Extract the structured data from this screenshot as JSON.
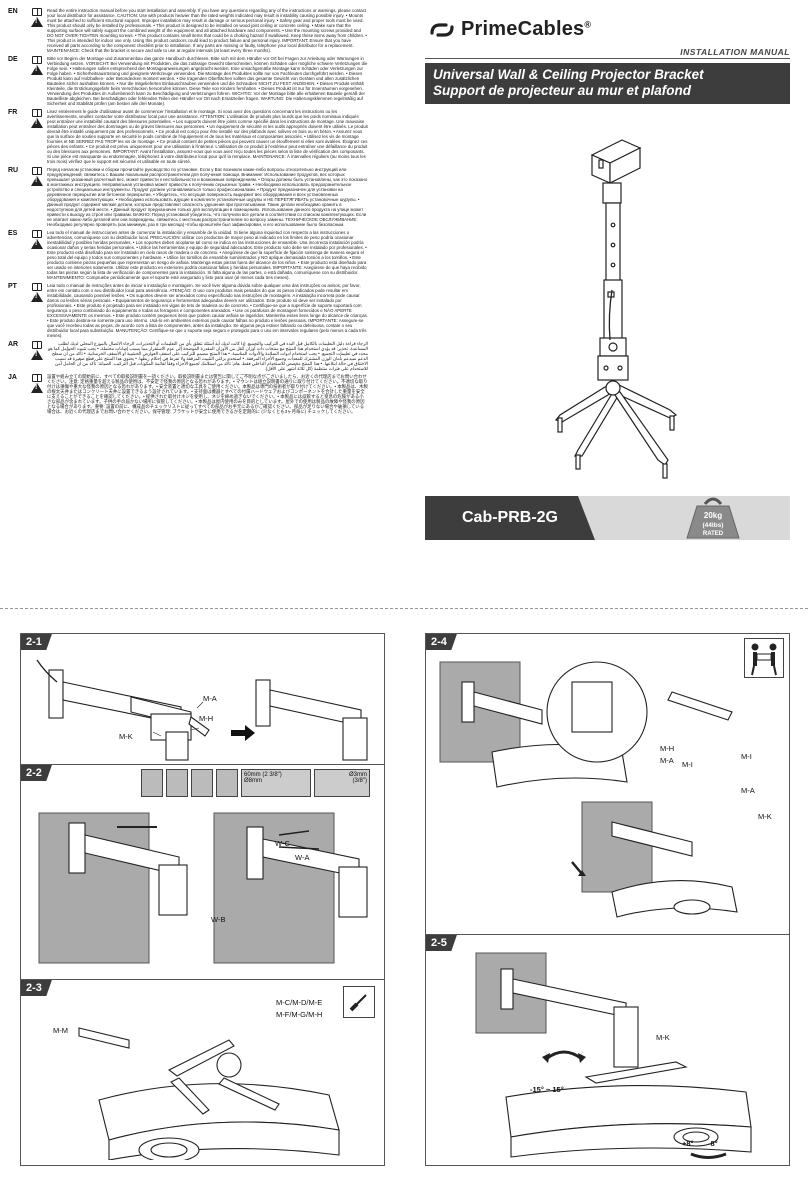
{
  "brand": {
    "name": "PrimeCables",
    "trademark": "®",
    "manual_label": "INSTALLATION MANUAL"
  },
  "title": {
    "en": "Universal Wall & Ceiling Projector Bracket",
    "fr": "Support de projecteur au mur et plafond"
  },
  "model": "Cab-PRB-2G",
  "weight_badge": {
    "line1": "20kg",
    "line2": "(44lbs)",
    "line3": "RATED"
  },
  "languages": [
    {
      "code": "EN",
      "text": "Read the entire instruction manual before you start installation and assembly. If you have any questions regarding any of the instructions or warnings, please contact your local distributor for assistance. CAUTION: Use with products heavier than the rated weights indicated may result in instability causing possible injury. • Mounts must be attached to sufficient structural support. Improper installation may result in damage or serious personal injury. • Safety gear and proper tools must be used. This product should only be installed by professionals. • This product is designed to be installed on wood joist ceiling or concrete ceiling. • Make sure that the supporting surface will safely support the combined weight of the equipment and all attached hardware and components. • Use the mounting screws provided and DO NOT OVER-TIGHTEN mounting screws. • This product contains small items that could be a choking hazard if swallowed. Keep these items away from children. • This product is intended for indoor use only. Using this product outdoors could lead to product failure and personal injury. IMPORTANT: Ensure that you have received all parts according to the component checklist prior to installation. If any parts are missing or faulty, telephone your local distributor for a replacement. MAINTENANCE: Check that the bracket is secure and safe to use at regular intervals (at least every three months)."
    },
    {
      "code": "DE",
      "text": "Bitte vor Beginn der Montage und Zusammenbau das ganze Handbuch durchlesen. Bitte sich mit dem Händler vor Ort bei Fragen zur Anleitung oder Warnungen in Verbindung setzen. VORSICHT: Bei Verwendung mit Produkten, die das zulässige Gewicht überschreiten, können Schäden oder mögliche schwere Verletzungen die Folge sein. • Halterungen sollen entsprechend den Montageanweisungen angebracht werden. Eine unsachgemäße Montage kann Schäden oder Verletzungen zur Folge haben. • Sicherheitsausrüstung und geeignete Werkzeuge verwenden. Die Montage des Produktes sollte nur von Fachleuten durchgeführt werden. • Dieses Produkt kann auf Holzbalken- oder Betondecken montiert werden. • Die tragenden Oberflächen sollten das gesamte Gewicht von Geräten und allen zusätzlichen Bauteilen sicher aushalten können. • Nur die mitgelieferten Einbauschrauben verwenden und die Schrauben NICHT ZU FEST ANZIEHEN. • Dieses Produkt enthält Kleinteile, die Erstickungsgefahr beim Verschlucken hervorrufen können. Diese Teile von Kindern fernhalten. • Dieses Produkt ist nur für Innenräumen vorgesehen. Verwendung des Produktes im Außenbereich kann zu Beschädigung und Verletzungen führen. WICHTIG: Vor der Montage bitte alle erhaltenen Bauteile gemäß der Bauteilliste abgleichen. Bei beschädigten oder fehlenden Teilen den Händler vor Ort nach Ersatzteilen fragen. WARTUNG: Die Halterungsklemmen regelmäßig auf Sicherheit und Stabilität prüfen (am besten alle drei Monate)."
    },
    {
      "code": "FR",
      "text": "Lisez entièrement le guide d'utilisateur avant de commencer l'installation et le montage. Si vous avez des questions concernant les instructions ou les avertissements, veuillez contacter votre distributeur local pour une assistance. ATTENTION: L'utilisation de produits plus lourds que les poids nominaux indiqués peut entraîner une instabilité causant des blessures potentielles. • Les supports doivent être joints comme spécifié dans les instructions de montage. Une mauvaise installation peut entraîner des dommages ou de graves blessures aux personnes. • Un équipement de sécurité et les outils appropriés doivent être utilisés. Le produit devrait être installé uniquement par des professionnels. • Ce produit est conçu pour être installé sur des plafonds avec solives en bois ou en béton. • Assurez vous que la surface de soutien supporte en sécurité le poids combiné de l'équipement et de tous les matériaux et composantes associés. • Utilisez les vis de montage fournies et NE SERREZ PAS TROP les vis de montage. • Ce produit contient de petites pièces qui peuvent causer un étouffement si elles sont avalées. Éloignez ces pièces des enfants. • Ce produit est prévu uniquement pour une utilisation à l'intérieur. L'utilisation de ce produit à l'extérieur peut entraîner une défaillance du produit ou des blessures aux personnes. IMPORTANT: Avant l'installation, assurez-vous que vous avez reçu toutes les pièces selon la liste de vérification des composants. Si une pièce est manquante ou endommagée, téléphonez à votre distributeur local pour qu'il la remplace. MAINTENANCE: À intervalles réguliers (au moins tous les trois mois) vérifiez que le support est sécurisé et utilisable en toute sûreté."
    },
    {
      "code": "RU",
      "text": "Перед началом установки и сборки прочитайте руководство по установке. Если у Вас возникли какие-либо вопросы относительно инструкций или предупреждений, свяжитесь с Вашим локальным распространителем для получения помощи. Внимание: Использование продуктов, вес которых превышает указанный расчетный вес, может привести к нестабильности и возможным повреждениям. • Опоры должны быть установлены, как это показано в монтажных инструкциях. Неправильная установка может привести к получению серьезных травм. • Необходимо использовать предохранительное устройство и специальные инструменты. Продукт должен устанавливаться только профессионалами. • Продукт предназначен для установки на деревянное перекрытие или бетонное перекрытие. • Убедитесь, что несущая поверхность выдержит вес оборудования и всех установленных оборудования и комплектующих. • Необходимо использовать идущие в комплекте установочные шурупы и НЕ ПЕРЕТЯГИВАТЬ установочные шурупы. • Данный продукт содержит мелкие детали, которые представляют опасность удушения при проглатывании. Такие детали необходимо хранить в недоступном для детей месте. • Данный продукт предназначен только для эксплуатации в помещениях. Использование данного продукта на улице может привести к выходу из строя или травмам. ВАЖНО: Перед установкой убедитесь, что получили все детали в соответствии со списком комплектующих. Если не хватает каких-либо деталей или они повреждены, свяжитесь с местным распространителем по вопросу замены. ТЕХНИЧЕСКОЕ ОБСЛУЖИВАНИЕ: Необходимо регулярно проверять (как минимум, раз в три месяца) чтобы кронштейн был зафиксирован, и его использование было безопасным."
    },
    {
      "code": "ES",
      "text": "Lea todo el manual de instrucciones antes de comenzar la instalación y ensamble de la unidad. Si tiene alguna inquietud con respecto a las instrucciones o advertencias, comuníquese con su distribuidor local. PRECAUCIÓN: utilizar con productos de mayor peso al indicado en los límites de peso podría ocasionar inestabilidad y posibles heridas personales. • Los soportes deben acoplarse tal como se indica en las instrucciones de ensamble. Una incorrecta instalación podría ocasionar daños y serias heridas personales. • Utilice las herramientas y equipo de seguridad adecuados. Este producto solo debe ser instalado por profesionales. • Este producto está diseñado para ser instalado en cielo rasos de madera o de concreto. • Asegúrese de que la superficie de fijación sostenga de manera segura el peso total del equipo y todos sus componentes y hardware. • Utilice los tornillos de ensamble suministrados y NO aplique demasiada torsión a los tornillos. • Este producto contiene piezas pequeñas que representan un riesgo de asfixia. Mantenga estas piezas fuera del alcance de los niños. • Este producto está diseñado para ser usado en interiores solamente. Utilizar este producto en exteriores podría ocasionar fallas y heridas personales. IMPORTANTE: Asegúrese de que haya recibido todas las piezas según la lista de verificación de componentes para la instalación. Si falta alguna de las partes, o está dañada, comuníquese con su distribuidor. MANTENIMIENTO: Compruebe periódicamente que el soporte esté asegurado y listo para usar (al menos cada tres meses)."
    },
    {
      "code": "PT",
      "text": "Leia todo o manual de instruções antes de iniciar a instalação e montagem. Se você tiver alguma dúvida sobre qualquer uma das instruções ou avisos, por favor, entre em contato com o seu distribuidor local para assistência. ATENÇÃO: O uso com produtos mais pesados do que os pesos indicados pode resultar em instabilidade, causando possível lesões. • Os suportes devem ser anexados como especificado nas instruções de montagem. A instalação incorreta pode causar danos ou lesões sérias pessoais. • Equipamentos de segurança e ferramentas adequadas devem ser utilizados. Este produto só deve ser instalado por profissionais. • Este produto é projetado para ser instalado em vigas de teto de madeira ou de concreto. • Certifique-se que a superfície de suporte suportará com segurança o peso combinado do equipamento e todas as ferragens e componentes anexados. • Use os parafusos de montagem fornecidos e NÃO APERTE EXCESSIVAMENTE os mesmos. • Este produto contém pequenos itens que podem causar asfixia se ingeridos. Mantenha esses itens longe do alcance de crianças. • Este produto destina-se somente para uso interno. Usá-lo em ambientes externos pode causar falhas no produto e lesões pessoais. IMPORTANTE: Assegure-se que você recebeu todas as peças, de acordo com a lista de componentes, antes da instalação. Se alguma peça estiver faltando ou defeituosa, contate o seu distribuidor local para substituição. MANUTENÇÃO: Certifique-se que o suporte seja seguro e protegido para o uso em intervalos regulares (pelo menos a cada três meses)."
    },
    {
      "code": "AR",
      "text": "الرجاء قراءة دليل التعليمات بالكامل قبل البدء في التركيب والتجميع. إذا كانت لديك أية أسئلة تتعلق بأي من التعليمات أو التحذيرات، الرجاء الاتصال بالموزع المحلي لديك لطلب المساعدة. تحذير: قد يؤدي استخدام هذا المنتج مع منتجات ذات أوزان أثقل من الأوزان المقدرة الموضحة إلى عدم الاستقرار مما يسبب إصابات محتملة. • يجب تثبيت الحوامل كما هو محدد في تعليمات التجميع. • يجب استخدام أدوات السلامة والأدوات المناسبة. • هذا المنتج مصمم للتركيب على أسقف العوارض الخشبية أو الأسقف الخرسانية. • تأكد من أن سطح الدعم سيدعم بأمان الوزن المشترك للمعدات وجميع الأجزاء المرفقة. • استخدم براغي التثبيت المرفقة ولا تفرط في إحكام ربطها. • يحتوي هذا المنتج على قطع صغيرة قد تسبب الاختناق في حالة ابتلاعها. • هذا المنتج مخصص للاستخدام الداخلي فقط. هام: تأكد من استلامك لجميع الأجزاء وفقاً لقائمة المكونات قبل التركيب. الصيانة: تأكد من أن الحامل آمن للاستخدام على فترات منتظمة (كل ثلاثة أشهر على الأقل).",
      "rtl": true
    },
    {
      "code": "JA",
      "text": "設置や組み立ての開始前に、すべての取扱説明書を一読ください。取扱説明書または警告に関してご不明な点がございましたら、お近くの代理店までお問い合わせください。注意: 定格重量を超える製品の使用は、不安定で怪我の原因となる恐れがあります。• マウントは組立説明書の通りに取り付けてください。不適切な取り付けは損傷や重大な怪我の原因となる恐れがあります。• 安全装置と適切な工具をご使用ください。本製品は専門の技術者が取り付けてください。• 本製品は、木製の根太天井またはコンクリート天井に設置できるよう設計されています。• 支持面は機器とすべての付属ハードウェアおよびコンポーネントを合計した重量を安全に支えることができることを確認してください。• 提供された取付けネジを使用し、ネジを締め過ぎないでください。• 本製品には誤飲すると窒息の危険がある小さな部品が含まれています。子供の手の届かない場所に保管してください。• 本製品は屋内使用のみを目的としています。屋外での使用は製品の故障や怪我の原因となる場合があります。重要: 設置の前に、構成品のチェックリストに従ってすべての部品がお手元にあるかご確認ください。部品が足りない場合や破損している場合は、お近くの代理店までお問い合わせください。保守管理: ブラケットが安全に使用できるかを定期的に (少なくとも3ヶ月毎に) チェックしてください。"
    }
  ],
  "steps": {
    "s2_1": {
      "tab": "2-1",
      "labels": [
        "M-A",
        "M-H",
        "M-K"
      ]
    },
    "s2_2": {
      "tab": "2-2",
      "labels": [
        "W-C",
        "W-A",
        "W-B"
      ],
      "drill_note": "Ø8mm",
      "depth_note": "60mm (2 3/8\")",
      "depth_label": "Ø3mm",
      "depth_label2": "(3/8\")"
    },
    "s2_3": {
      "tab": "2-3",
      "labels": [
        "M-M",
        "M-C/M-D/M-E",
        "M-F/M-G/M-H"
      ]
    },
    "s2_4": {
      "tab": "2-4",
      "labels": [
        "M-H",
        "M-A",
        "M-I",
        "M-I",
        "M-A",
        "M-K"
      ]
    },
    "s2_5": {
      "tab": "2-5",
      "labels": [
        "M-K"
      ],
      "tilt": "-15° ~ 15°",
      "swivel_plus": "+8°",
      "swivel_minus": "-8°"
    }
  }
}
